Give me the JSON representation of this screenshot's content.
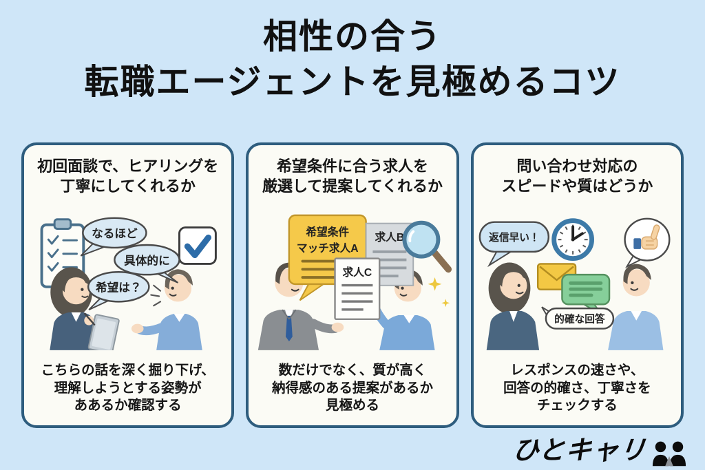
{
  "title": {
    "line1": "相性の合う",
    "line2": "転職エージェントを見極めるコツ"
  },
  "cards": [
    {
      "heading": [
        "初回面談で、ヒアリングを",
        "丁寧にしてくれるか"
      ],
      "footer": [
        "こちらの話を深く掘り下げ、",
        "理解しようとする姿勢が",
        "ああるか確認する"
      ],
      "illu": {
        "bubble1": "なるほど",
        "bubble2": "具体的に",
        "bubble3": "希望は？"
      }
    },
    {
      "heading": [
        "希望条件に合う求人を",
        "厳選して提案してくれるか"
      ],
      "footer": [
        "数だけでなく、質が高く",
        "納得感のある提案があるか",
        "見極める"
      ],
      "illu": {
        "bubble_top": "希望条件",
        "bubble_bottom": "マッチ求人A",
        "doc_b": "求人B",
        "doc_c": "求人C"
      }
    },
    {
      "heading": [
        "問い合わせ対応の",
        "スピードや質はどうか"
      ],
      "footer": [
        "レスポンスの速さや、",
        "回答の的確さ、丁寧さを",
        "チェックする"
      ],
      "illu": {
        "bubble_reply": "返信早い！",
        "bubble_answer": "的確な回答"
      }
    }
  ],
  "logo": {
    "wordmark": "ひとキャリ"
  },
  "icons": {
    "card1": [
      "clipboard-icon",
      "checkbox-icon"
    ],
    "card2": [
      "magnifier-icon",
      "sparkle-icon"
    ],
    "card3": [
      "clock-icon",
      "thumbs-up-icon",
      "envelope-icon",
      "chat-bubble-icon"
    ],
    "logo": [
      "people-icon"
    ]
  },
  "colors": {
    "background": "#cfe6f8",
    "card_border": "#2e5d7e",
    "card_fill": "#fbfbf5",
    "bubble_blue": "#d9e9f4",
    "accent_yellow": "#f5c94a",
    "accent_green": "#86cf9a",
    "suit_navy": "#47617c",
    "suit_gray": "#8a8e92",
    "sweater_blue": "#85add9",
    "check_blue": "#2d6ca8",
    "text": "#161616",
    "logo_black": "#0c0c0c"
  }
}
